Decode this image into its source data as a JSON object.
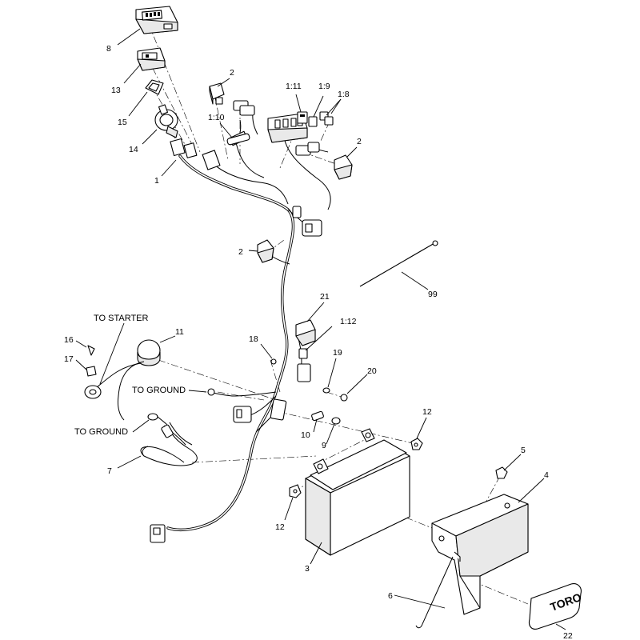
{
  "callouts": {
    "c1": "1",
    "c2a": "2",
    "c2b": "2",
    "c2c": "2",
    "c1_11": "1:11",
    "c1_9": "1:9",
    "c1_8": "1:8",
    "c1_10": "1:10",
    "c8": "8",
    "c13": "13",
    "c15": "15",
    "c14": "14",
    "c99": "99",
    "c21": "21",
    "c1_12": "1:12",
    "c18": "18",
    "c19": "19",
    "c20": "20",
    "c11": "11",
    "c16": "16",
    "c17": "17",
    "c12a": "12",
    "c12b": "12",
    "c10": "10",
    "c9": "9",
    "c7": "7",
    "c5": "5",
    "c4": "4",
    "c3": "3",
    "c6": "6",
    "c22": "22"
  },
  "labels": {
    "to_starter": "TO STARTER",
    "to_ground_1": "TO GROUND",
    "to_ground_2": "TO GROUND"
  },
  "logo_text": "TORO"
}
